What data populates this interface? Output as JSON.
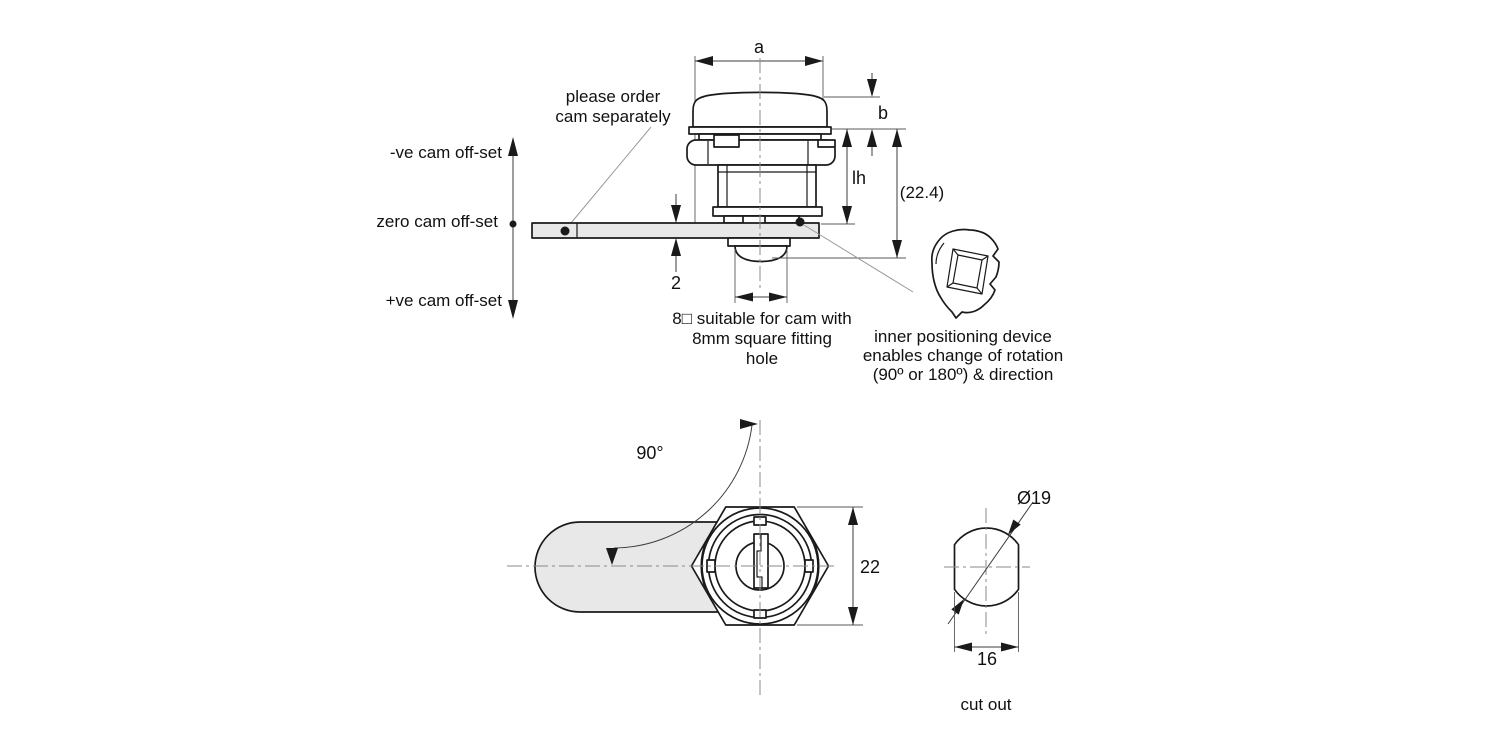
{
  "diagram": {
    "title_hint": "cam lock technical drawing",
    "offset_labels": [
      "-ve cam off-set",
      "zero cam off-set",
      "+ve cam off-set"
    ],
    "order_note": [
      "please order",
      "cam separately"
    ],
    "square_note": [
      "8□ suitable for cam with",
      "8mm square fitting",
      "hole"
    ],
    "device_note": [
      "inner positioning device",
      "enables change of rotation",
      "(90º or 180º) & direction"
    ],
    "cutout_label": "cut out",
    "dimensions": {
      "head_width": "a",
      "head_height": "b",
      "housing_length": "lh",
      "overall_length": "(22.4)",
      "cam_thickness": "2",
      "rotation_angle": "90°",
      "nut_across_flats": "22",
      "cutout_diameter": "Ø19",
      "cutout_width": "16"
    },
    "colors": {
      "line": "#1a1a1a",
      "cam_fill": "#e8e8e8",
      "leader": "#9a9a9a",
      "background": "#ffffff"
    }
  }
}
